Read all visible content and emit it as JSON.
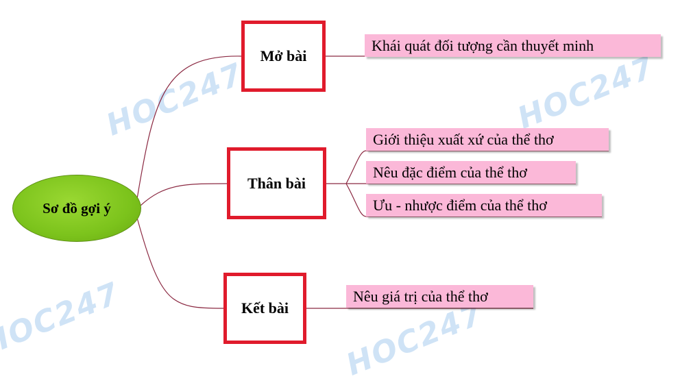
{
  "root": {
    "label": "Sơ đồ gợi ý"
  },
  "sections": {
    "mo_bai": {
      "label": "Mở bài",
      "items": [
        "Khái quát đối tượng cần thuyết minh"
      ]
    },
    "than_bai": {
      "label": "Thân bài",
      "items": [
        "Giới thiệu xuất xứ của thể thơ",
        "Nêu đặc điểm của thể thơ",
        "Ưu - nhược điểm của thể thơ"
      ]
    },
    "ket_bai": {
      "label": "Kết bài",
      "items": [
        "Nêu giá trị của thể thơ"
      ]
    }
  },
  "watermark": {
    "text": "HOC247"
  },
  "colors": {
    "section_border": "#e01b2c",
    "leaf_fill": "#fbb8d8",
    "root_fill": "#7cc31c",
    "connector": "#8b2942"
  }
}
